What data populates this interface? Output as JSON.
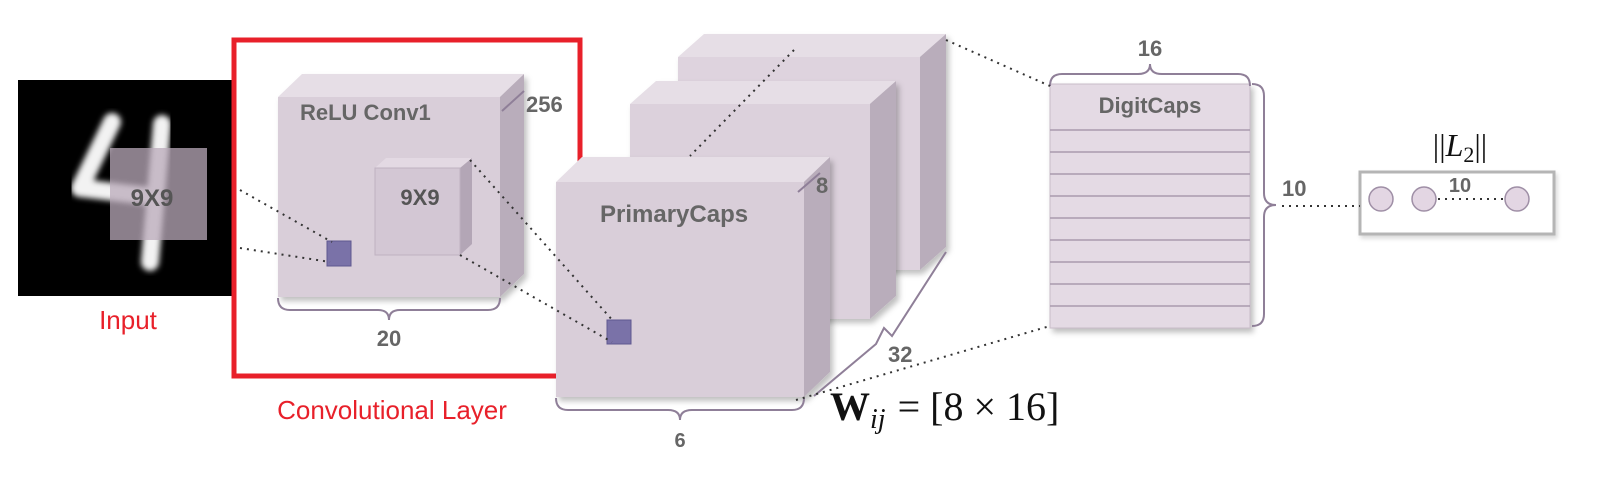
{
  "input": {
    "caption": "Input",
    "kernel_label": "9X9"
  },
  "conv_layer": {
    "caption": "Convolutional Layer",
    "title": "ReLU Conv1",
    "kernel_label": "9X9",
    "depth_label": "256",
    "width_label": "20"
  },
  "primary_caps": {
    "title": "PrimaryCaps",
    "depth_label": "8",
    "count_label": "32",
    "width_label": "6"
  },
  "digit_caps": {
    "title": "DigitCaps",
    "width_label": "16",
    "height_label": "10",
    "row_count": 10
  },
  "weights": {
    "symbol": "W",
    "subscript": "ij",
    "expression": "= [8 × 16]"
  },
  "output": {
    "norm_left": "||",
    "norm_symbol": "L",
    "norm_subscript": "2",
    "norm_right": "||",
    "count_label": "10"
  },
  "colors": {
    "cube_front": "#d9ced9",
    "cube_top": "#e6dee6",
    "cube_side": "#b9adbb",
    "highlight_box": "#e8202a",
    "kernel_square": "#7a72a8",
    "text_red": "#e8202a"
  }
}
